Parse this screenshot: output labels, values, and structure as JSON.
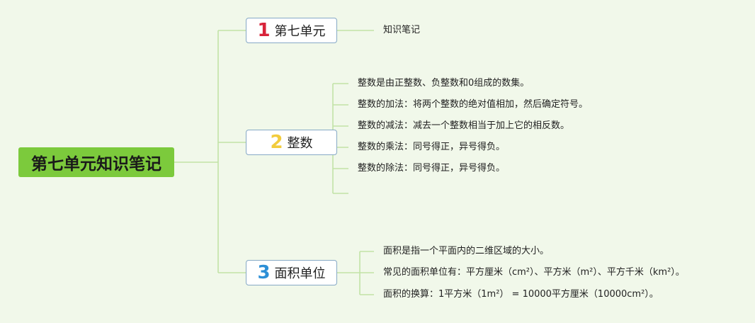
{
  "root": {
    "label": "第七单元知识笔记"
  },
  "branches": [
    {
      "number": "1",
      "label": "第七单元",
      "number_color": "#d8233a",
      "leaves": [
        "知识笔记"
      ]
    },
    {
      "number": "2",
      "label": "整数",
      "number_color": "#f2cc3d",
      "leaves": [
        "整数是由正整数、负整数和0组成的数集。",
        "整数的加法：将两个整数的绝对值相加，然后确定符号。",
        "整数的减法：减去一个整数相当于加上它的相反数。",
        "整数的乘法：同号得正，异号得负。",
        "整数的除法：同号得正，异号得负。"
      ]
    },
    {
      "number": "3",
      "label": "面积单位",
      "number_color": "#2c8fd6",
      "leaves": [
        "面积是指一个平面内的二维区域的大小。",
        "常见的面积单位有：平方厘米（cm²）、平方米（m²）、平方千米（km²）。",
        "面积的换算：1平方米（1m²） = 10000平方厘米（10000cm²）。"
      ]
    }
  ],
  "colors": {
    "background": "#f1f8ea",
    "root_fill": "#7cca3c",
    "connector": "#c2e3a6",
    "branch_border": "#86a9c6"
  }
}
